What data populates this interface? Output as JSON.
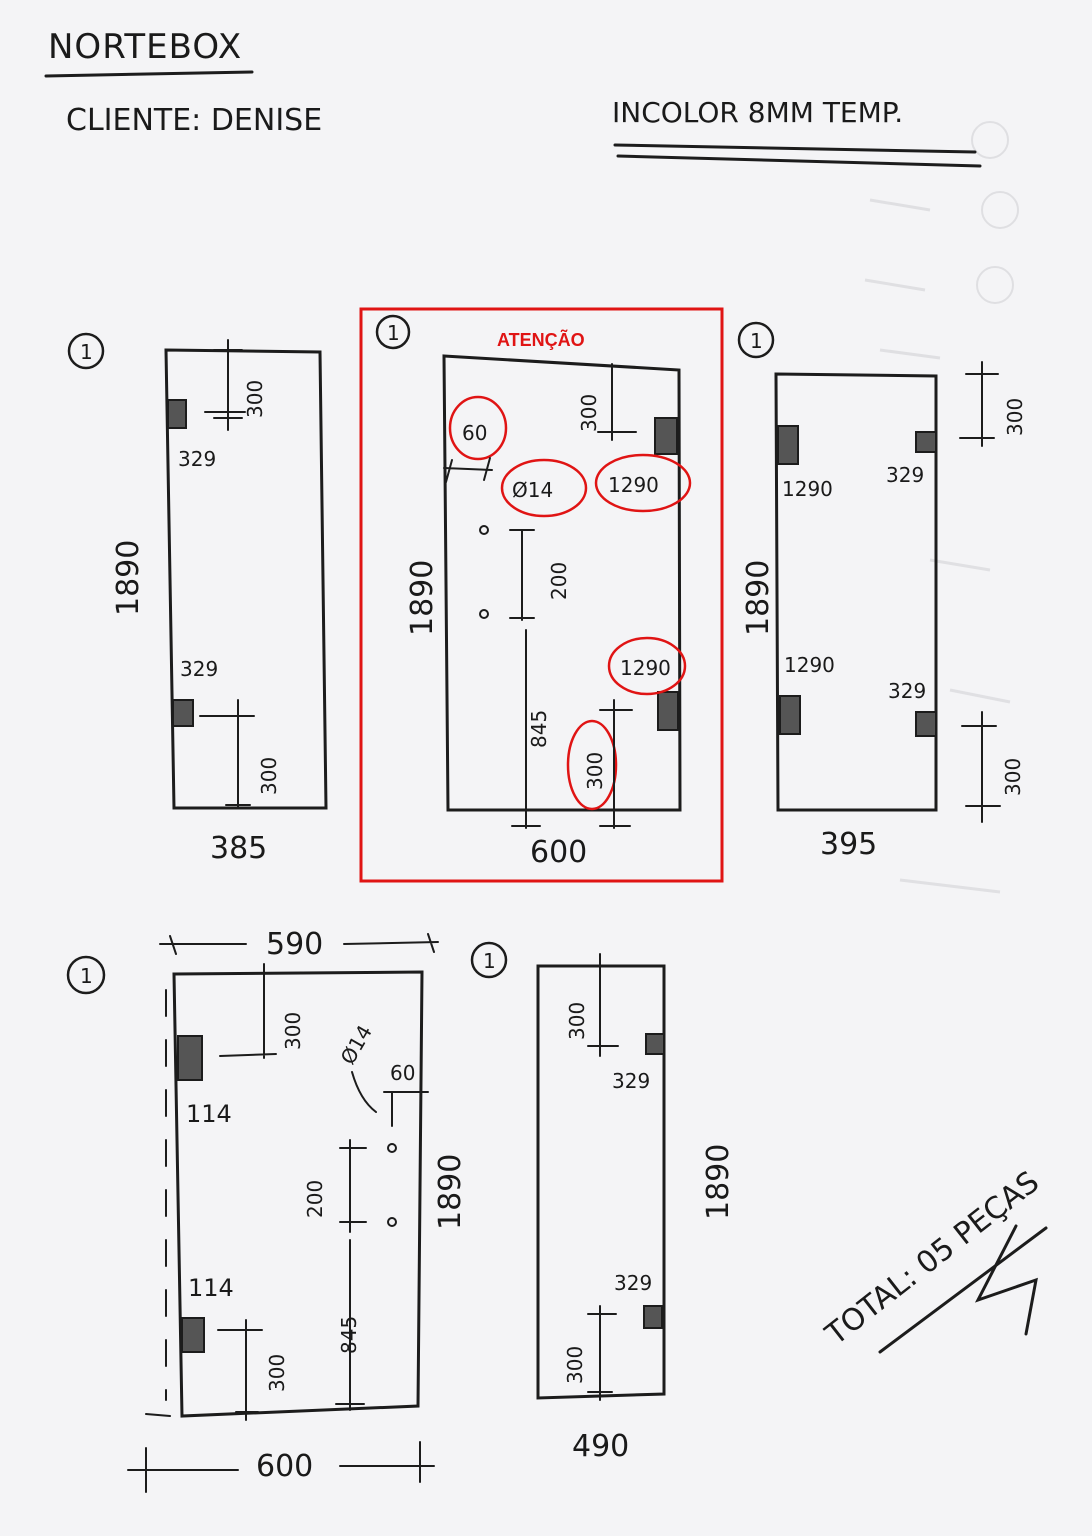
{
  "header": {
    "brand": "NORTEBOX",
    "client": "CLIENTE: DENISE",
    "glass_spec": "INCOLOR 8MM TEMP."
  },
  "annotation": {
    "attention_label": "ATENÇÃO",
    "color": "#e01414"
  },
  "pieces": [
    {
      "qty": "1",
      "height": "1890",
      "width": "385",
      "dims": [
        "300",
        "329",
        "329",
        "300"
      ]
    },
    {
      "qty": "1",
      "height": "1890",
      "width": "600",
      "dims": [
        "300",
        "60",
        "Ø14",
        "1290",
        "200",
        "1290",
        "845",
        "300"
      ]
    },
    {
      "qty": "1",
      "height": "1890",
      "width": "395",
      "dims": [
        "300",
        "1290",
        "329",
        "1290",
        "329",
        "300"
      ]
    },
    {
      "qty": "1",
      "height": "1890",
      "width_top": "590",
      "width": "600",
      "dims": [
        "300",
        "114",
        "Ø14",
        "60",
        "200",
        "114",
        "845",
        "300"
      ]
    },
    {
      "qty": "1",
      "height": "1890",
      "width": "490",
      "dims": [
        "300",
        "329",
        "329",
        "300"
      ]
    }
  ],
  "footer": {
    "total": "TOTAL: 05 PEÇAS"
  }
}
